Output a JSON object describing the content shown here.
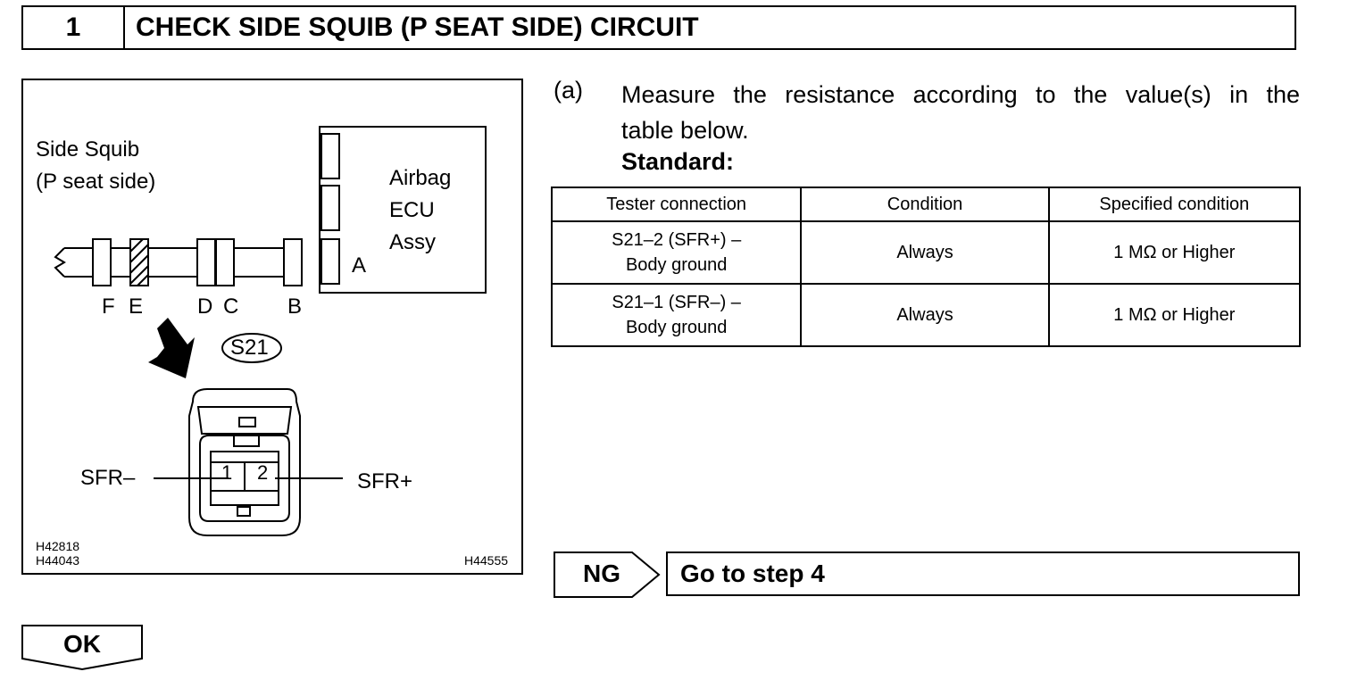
{
  "step": {
    "number": "1",
    "title": "CHECK SIDE SQUIB (P SEAT SIDE) CIRCUIT"
  },
  "figure": {
    "side_squib_label": [
      "Side Squib",
      "(P seat side)"
    ],
    "ecu_label": [
      "Airbag",
      "ECU",
      "Assy"
    ],
    "connector_letters": [
      "F",
      "E",
      "D",
      "C",
      "B",
      "A"
    ],
    "connector_id": "S21",
    "pin_1": "1",
    "pin_2": "2",
    "sfr_minus": "SFR–",
    "sfr_plus": "SFR+",
    "codes_left": [
      "H42818",
      "H44043"
    ],
    "code_right": "H44555"
  },
  "instruction": {
    "marker": "(a)",
    "line1": "Measure the resistance according to the value(s) in the",
    "line2": "table below.",
    "standard": "Standard:"
  },
  "table": {
    "headers": [
      "Tester connection",
      "Condition",
      "Specified condition"
    ],
    "rows": [
      {
        "tester": [
          "S21–2 (SFR+) –",
          "Body ground"
        ],
        "condition": "Always",
        "spec": "1 MΩ or Higher"
      },
      {
        "tester": [
          "S21–1 (SFR–) –",
          "Body ground"
        ],
        "condition": "Always",
        "spec": "1 MΩ or Higher"
      }
    ]
  },
  "results": {
    "ng_label": "NG",
    "ng_action": "Go to step 4",
    "ok_label": "OK"
  }
}
